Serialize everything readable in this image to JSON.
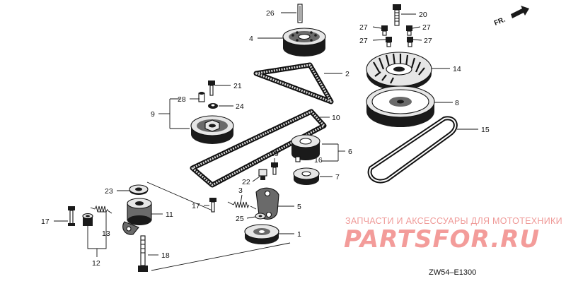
{
  "diagram": {
    "orientation_label": "FR.",
    "diagram_code": "ZW54–E1300",
    "watermark": {
      "caption": "ЗАПЧАСТИ И АКСЕССУАРЫ ДЛЯ МОТОТЕХНИКИ",
      "logo_text": "PARTSFOR.RU"
    },
    "callouts": {
      "p1": "1",
      "p2": "2",
      "p3": "3",
      "p4": "4",
      "p5": "5",
      "p6": "6",
      "p7": "7",
      "p8": "8",
      "p9": "9",
      "p10": "10",
      "p11": "11",
      "p12": "12",
      "p13": "13",
      "p14": "14",
      "p15": "15",
      "p16": "16",
      "p17a": "17",
      "p17b": "17",
      "p18": "18",
      "p19": "19",
      "p20": "20",
      "p21": "21",
      "p22": "22",
      "p23": "23",
      "p24": "24",
      "p25": "25",
      "p26": "26",
      "p27a": "27",
      "p27b": "27",
      "p27c": "27",
      "p27d": "27",
      "p28": "28"
    }
  }
}
